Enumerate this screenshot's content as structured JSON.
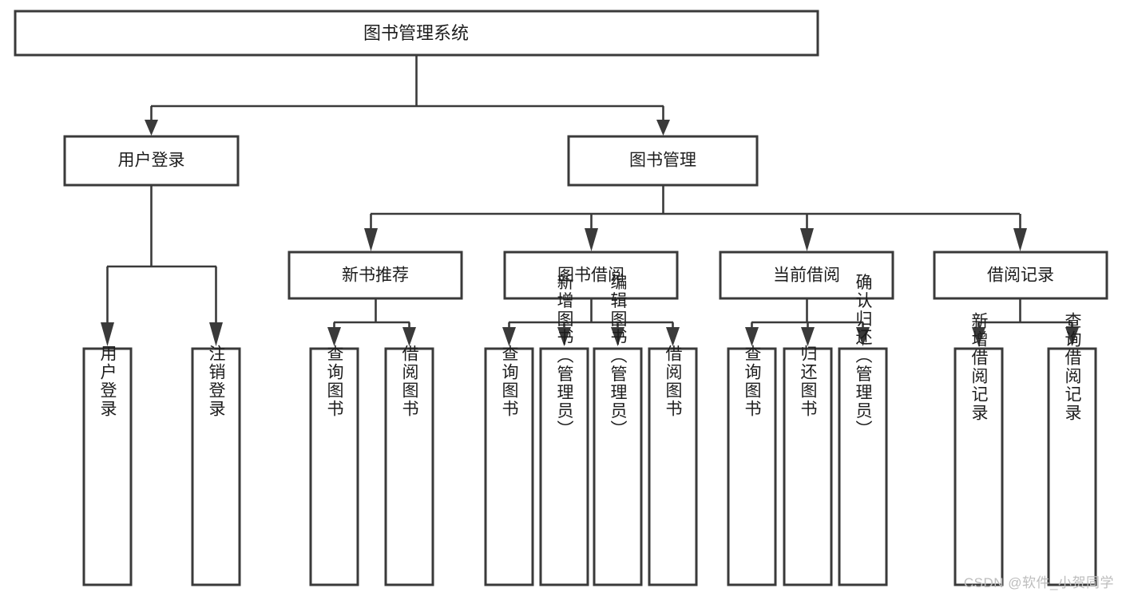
{
  "diagram": {
    "title": "图书管理系统",
    "type": "tree-hierarchy",
    "watermark": "CSDN @软件_小贺同学",
    "colors": {
      "box_stroke": "#3a3a3a",
      "box_fill": "#ffffff",
      "connector": "#3a3a3a",
      "text": "#1d1d1d",
      "watermark": "#bdbdbd",
      "background": "#ffffff"
    },
    "root": {
      "label": "图书管理系统"
    },
    "level2": [
      {
        "id": "user-login",
        "label": "用户登录"
      },
      {
        "id": "book-manage",
        "label": "图书管理"
      }
    ],
    "level3": [
      {
        "id": "new-book-recommend",
        "label": "新书推荐",
        "parent": "book-manage"
      },
      {
        "id": "book-borrow",
        "label": "图书借阅",
        "parent": "book-manage"
      },
      {
        "id": "current-borrow",
        "label": "当前借阅",
        "parent": "book-manage"
      },
      {
        "id": "borrow-record",
        "label": "借阅记录",
        "parent": "book-manage"
      }
    ],
    "leaves": {
      "user-login": [
        {
          "id": "leaf-user-login",
          "label": "用户登录"
        },
        {
          "id": "leaf-user-logout",
          "label": "注销登录"
        }
      ],
      "new-book-recommend": [
        {
          "id": "leaf-query-book-1",
          "label": "查询图书"
        },
        {
          "id": "leaf-borrow-book-1",
          "label": "借阅图书"
        }
      ],
      "book-borrow": [
        {
          "id": "leaf-query-book-2",
          "label": "查询图书"
        },
        {
          "id": "leaf-add-book",
          "label": "新增图书（管理员）"
        },
        {
          "id": "leaf-edit-book",
          "label": "编辑图书（管理员）"
        },
        {
          "id": "leaf-borrow-book-2",
          "label": "借阅图书"
        }
      ],
      "current-borrow": [
        {
          "id": "leaf-query-book-3",
          "label": "查询图书"
        },
        {
          "id": "leaf-return-book",
          "label": "归还图书"
        },
        {
          "id": "leaf-confirm-return",
          "label": "确认归还（管理员）"
        }
      ],
      "borrow-record": [
        {
          "id": "leaf-add-record",
          "label": "新增借阅记录"
        },
        {
          "id": "leaf-query-record",
          "label": "查询借阅记录"
        }
      ]
    }
  }
}
